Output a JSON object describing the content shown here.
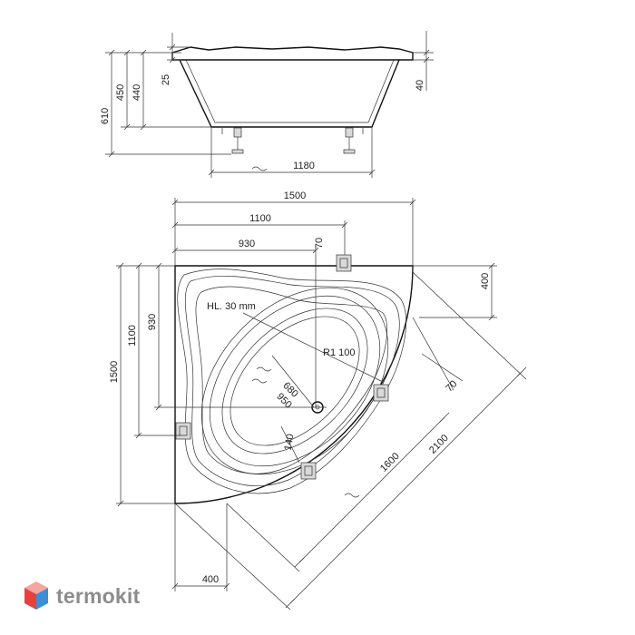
{
  "side_view": {
    "dims": {
      "total_height": "610",
      "height_450": "450",
      "height_440": "440",
      "rim_25": "25",
      "rim_40": "40",
      "base_length": "1180"
    }
  },
  "top_view": {
    "dims": {
      "width_1500": "1500",
      "width_1100": "1100",
      "width_930": "930",
      "offset_70_top": "70",
      "edge_400_right": "400",
      "height_1500": "1500",
      "height_1100": "1100",
      "height_930": "930",
      "diag_70": "70",
      "diag_1600": "1600",
      "diag_2100": "2100",
      "edge_400_bottom": "400",
      "inner_680": "680",
      "inner_950": "950",
      "drain_140": "140"
    },
    "labels": {
      "headrest": "HL. 30 mm",
      "radius": "R1 100"
    }
  },
  "brand": {
    "name": "termokit",
    "colors": {
      "red": "#e8413c",
      "blue": "#3c8fd6",
      "text": "#8c8c8c"
    }
  }
}
